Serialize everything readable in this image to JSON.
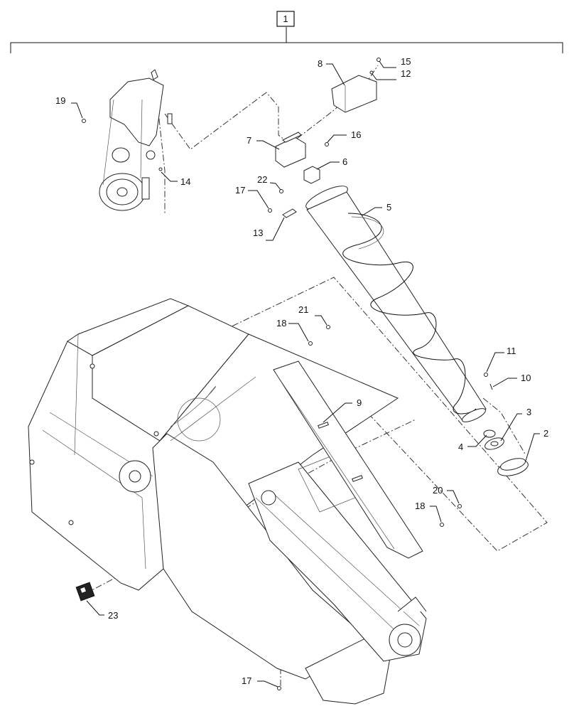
{
  "assembly_label": "1",
  "callouts": {
    "c2": "2",
    "c3": "3",
    "c4": "4",
    "c5": "5",
    "c6": "6",
    "c7": "7",
    "c8": "8",
    "c9": "9",
    "c10": "10",
    "c11": "11",
    "c12": "12",
    "c13": "13",
    "c14": "14",
    "c15": "15",
    "c16": "16",
    "c17a": "17",
    "c17b": "17",
    "c18a": "18",
    "c18b": "18",
    "c19": "19",
    "c20": "20",
    "c21": "21",
    "c22": "22",
    "c23": "23"
  }
}
